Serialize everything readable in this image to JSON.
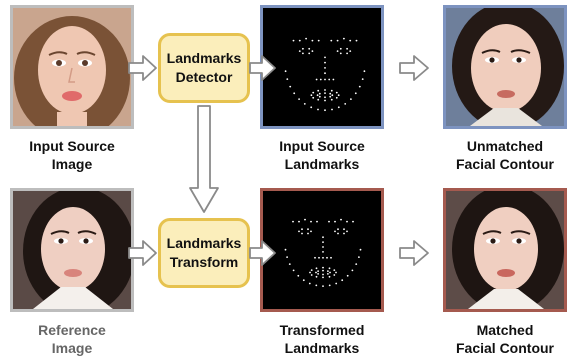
{
  "photos": {
    "input_source": {
      "label_line1": "Input Source",
      "label_line2": "Image"
    },
    "reference": {
      "label_line1": "Reference",
      "label_line2": "Image"
    },
    "unmatched": {
      "label_line1": "Unmatched",
      "label_line2": "Facial Contour"
    },
    "matched": {
      "label_line1": "Matched",
      "label_line2": "Facial Contour"
    }
  },
  "landmarks": {
    "source": {
      "label_line1": "Input Source",
      "label_line2": "Landmarks"
    },
    "transformed": {
      "label_line1": "Transformed",
      "label_line2": "Landmarks"
    }
  },
  "modules": {
    "detector": {
      "line1": "Landmarks",
      "line2": "Detector"
    },
    "transform": {
      "line1": "Landmarks",
      "line2": "Transform"
    }
  },
  "colors": {
    "module_fill": "#fbeebb",
    "module_border": "#e6c24f",
    "source_border": "#7d93c0",
    "transformed_border": "#a55a4f",
    "photo_border": "#bdbdbd",
    "reference_caption": "#666666"
  }
}
